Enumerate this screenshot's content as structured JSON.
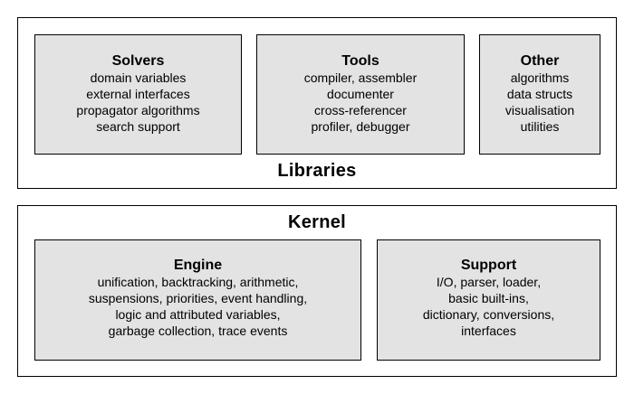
{
  "libraries": {
    "title": "Libraries",
    "solvers": {
      "title": "Solvers",
      "lines": [
        "domain variables",
        "external interfaces",
        "propagator algorithms",
        "search support"
      ]
    },
    "tools": {
      "title": "Tools",
      "lines": [
        "compiler, assembler",
        "documenter",
        "cross-referencer",
        "profiler, debugger"
      ]
    },
    "other": {
      "title": "Other",
      "lines": [
        "algorithms",
        "data structs",
        "visualisation",
        "utilities"
      ]
    }
  },
  "kernel": {
    "title": "Kernel",
    "engine": {
      "title": "Engine",
      "lines": [
        "unification, backtracking, arithmetic,",
        "suspensions, priorities, event handling,",
        "logic and attributed variables,",
        "garbage collection, trace events"
      ]
    },
    "support": {
      "title": "Support",
      "lines": [
        "I/O, parser, loader,",
        "basic built-ins,",
        "dictionary, conversions,",
        "interfaces"
      ]
    }
  },
  "colors": {
    "box_fill": "#e3e3e3",
    "border": "#000000",
    "background": "#ffffff"
  }
}
